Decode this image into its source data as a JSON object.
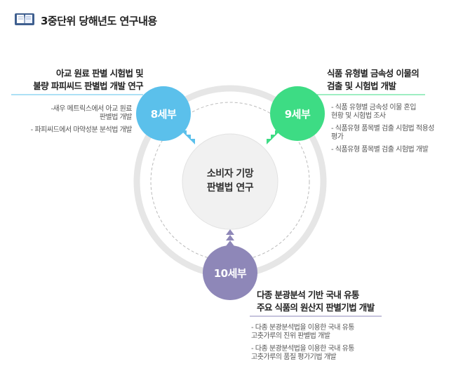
{
  "header": {
    "title": "3중단위 당해년도 연구내용"
  },
  "center": {
    "line1": "소비자 기망",
    "line2": "판별법 연구"
  },
  "nodes": {
    "left": {
      "label": "8세부",
      "color": "#5bc0eb"
    },
    "right": {
      "label": "9세부",
      "color": "#3ddc84"
    },
    "bottom": {
      "label": "10세부",
      "color": "#8e87b8"
    }
  },
  "sections": {
    "left": {
      "title_line1": "아교 원료 판별 시험법 및",
      "title_line2": "불량 파피씨드 판별법 개발 연구",
      "bullets": [
        "-새우 메트릭스에서 아교 원료\n판별법 개발",
        "- 파피씨드에서 마약성분 분석법 개발"
      ]
    },
    "right": {
      "title_line1": "식품 유형별 금속성 이물의",
      "title_line2": "검출 및 시험법 개발",
      "bullets": [
        "- 식품 유형별 금속성 이물 혼입\n  현황 및 시험법 조사",
        "- 식품유형 품목별 검출 시험법 적용성\n  평가",
        "- 식품유형 품목별 검출 시험법 개발"
      ]
    },
    "bottom": {
      "title_line1": "다종 분광분석 기반 국내 유통",
      "title_line2": "주요 식품의 원산지 판별기법 개발",
      "bullets": [
        "- 다종 분광분석법을 이용한 국내 유통\n  고춧가루의 진위 판별법 개발",
        "- 다종 분광분석법을 이용한 국내 유통\n  고춧가루의 품질 평가기법 개발"
      ]
    }
  },
  "colors": {
    "ring": "#e6e6e6",
    "dashed": "#bbbbbb",
    "center_fill": "#f1f1f1",
    "left_rule": "#5bc0eb",
    "right_rule": "#3ddc84",
    "bottom_rule": "#8e87b8"
  }
}
